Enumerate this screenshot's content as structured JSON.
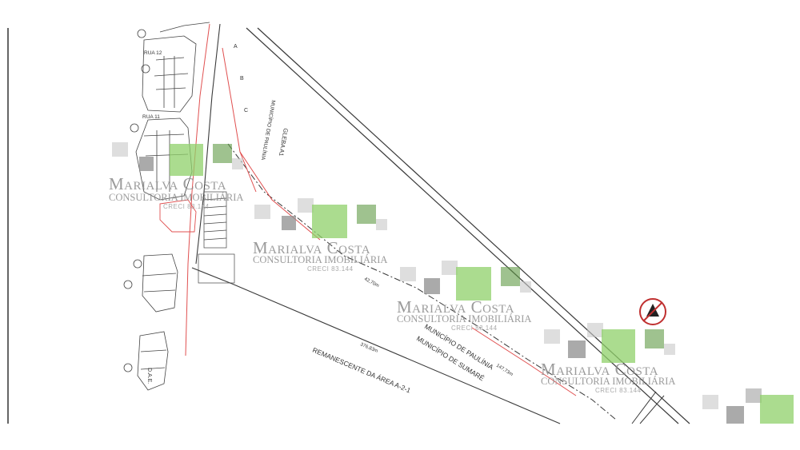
{
  "plan_labels": {
    "remanescente": "REMANESCENTE DA ÁREA A-2-1",
    "municipio_paulinia_1": "MUNICÍPIO DE PAULÍNIA",
    "municipio_sumare": "MUNICÍPIO DE SUMARÉ",
    "gleba": "GLEBA A1",
    "municipio_paulinia_2": "MUNICÍPIO DE PAULÍNIA",
    "rua_12": "RUA 12",
    "rua_11": "RUA 11",
    "lote_label": "D.A.E.",
    "block_a": "A",
    "block_b": "B",
    "block_c": "C",
    "dim_1": "376,83m",
    "dim_2": "42,70m",
    "dim_3": "147,73m"
  },
  "watermarks": [
    {
      "name": "Marialva Costa",
      "sub": "CONSULTORIA IMOBILIÁRIA",
      "creci": "CRECI 83.144"
    },
    {
      "name": "Marialva Costa",
      "sub": "CONSULTORIA IMOBILIÁRIA",
      "creci": "CRECI 83.144"
    },
    {
      "name": "Marialva Costa",
      "sub": "CONSULTORIA IMOBILIÁRIA",
      "creci": "CRECI 83.144"
    },
    {
      "name": "Marialva Costa",
      "sub": "CONSULTORIA IMOBILIÁRIA",
      "creci": "CRECI 83.144"
    }
  ],
  "icons": {
    "north": "north-arrow-icon"
  },
  "colors": {
    "boundary_red": "#e05050",
    "line_dark": "#3a3a3a",
    "green": "#8fd06a",
    "gray": "#8e8e8e"
  }
}
